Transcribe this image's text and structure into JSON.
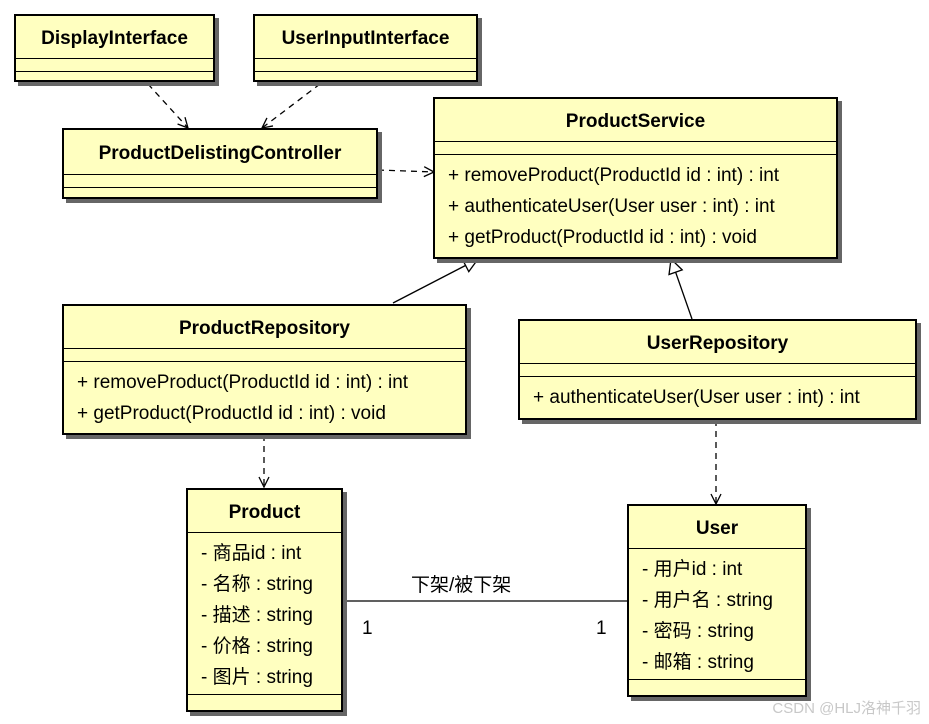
{
  "classes": {
    "display_interface": {
      "name": "DisplayInterface"
    },
    "user_input_interface": {
      "name": "UserInputInterface"
    },
    "product_delisting_controller": {
      "name": "ProductDelistingController"
    },
    "product_service": {
      "name": "ProductService",
      "operations": [
        "+ removeProduct(ProductId id : int) : int",
        "+ authenticateUser(User user : int) : int",
        "+ getProduct(ProductId id : int) : void"
      ]
    },
    "product_repository": {
      "name": "ProductRepository",
      "operations": [
        "+ removeProduct(ProductId id : int) : int",
        "+ getProduct(ProductId id : int) : void"
      ]
    },
    "user_repository": {
      "name": "UserRepository",
      "operations": [
        "+ authenticateUser(User user : int) : int"
      ]
    },
    "product": {
      "name": "Product",
      "attributes": [
        "- 商品id : int",
        "- 名称 : string",
        "- 描述 : string",
        "- 价格 : string",
        "- 图片 : string"
      ]
    },
    "user": {
      "name": "User",
      "attributes": [
        "- 用户id : int",
        "- 用户名 : string",
        "- 密码 : string",
        "- 邮箱 : string"
      ]
    }
  },
  "association": {
    "label": "下架/被下架",
    "left_multiplicity": "1",
    "right_multiplicity": "1"
  },
  "watermark": "CSDN @HLJ洛神千羽",
  "colors": {
    "class_fill": "#ffffc0",
    "line": "#000000",
    "shadow": "#666666"
  }
}
